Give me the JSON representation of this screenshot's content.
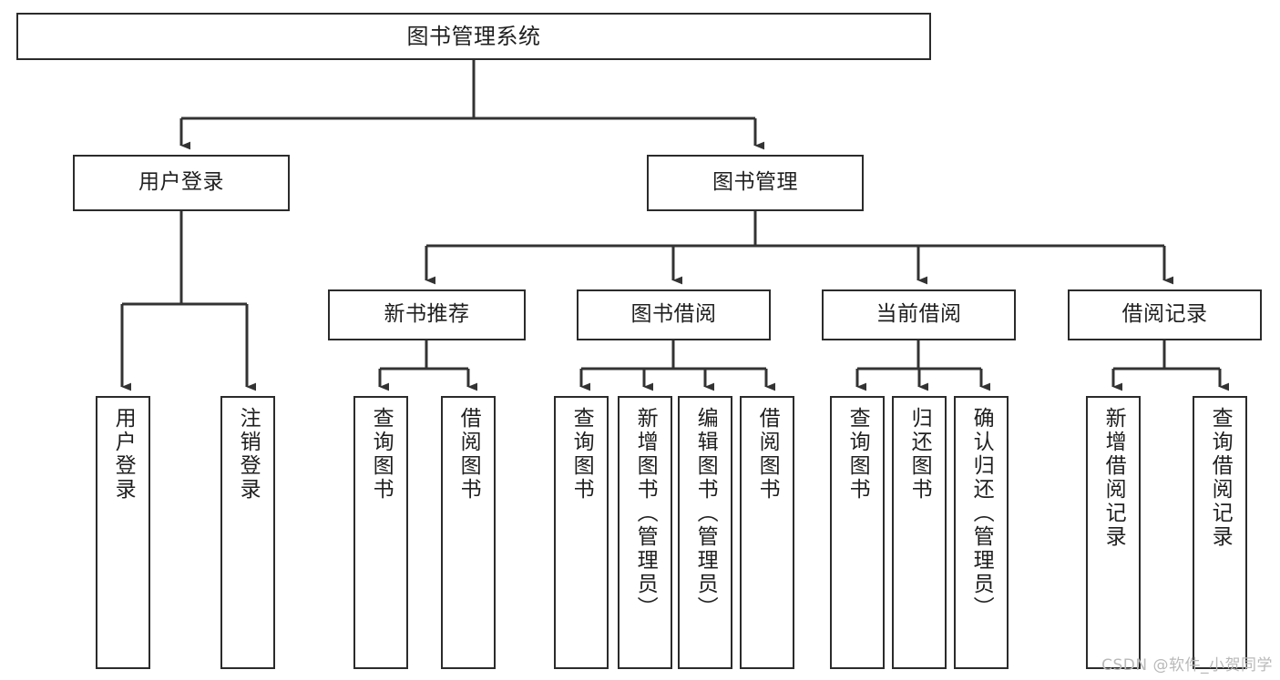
{
  "diagram": {
    "title": "图书管理系统",
    "watermark": "CSDN @软件_小贺同学"
  },
  "nodes": {
    "root": {
      "label": "图书管理系统"
    },
    "level1": [
      {
        "id": "user-login",
        "label": "用户登录"
      },
      {
        "id": "book-manage",
        "label": "图书管理"
      }
    ],
    "level2": [
      {
        "id": "new-book-recommend",
        "label": "新书推荐"
      },
      {
        "id": "book-borrow",
        "label": "图书借阅"
      },
      {
        "id": "current-borrow",
        "label": "当前借阅"
      },
      {
        "id": "borrow-record",
        "label": "借阅记录"
      }
    ],
    "leaves": {
      "user_login": [
        {
          "id": "leaf-user-login",
          "label": "用户登录"
        },
        {
          "id": "leaf-logout-login",
          "label": "注销登录"
        }
      ],
      "new_book_recommend": [
        {
          "id": "leaf-query-book-1",
          "label": "查询图书"
        },
        {
          "id": "leaf-borrow-book-1",
          "label": "借阅图书"
        }
      ],
      "book_borrow": [
        {
          "id": "leaf-query-book-2",
          "label": "查询图书"
        },
        {
          "id": "leaf-add-book",
          "label": "新增图书（管理员）"
        },
        {
          "id": "leaf-edit-book",
          "label": "编辑图书（管理员）"
        },
        {
          "id": "leaf-borrow-book-2",
          "label": "借阅图书"
        }
      ],
      "current_borrow": [
        {
          "id": "leaf-query-book-3",
          "label": "查询图书"
        },
        {
          "id": "leaf-return-book",
          "label": "归还图书"
        },
        {
          "id": "leaf-confirm-return",
          "label": "确认归还（管理员）"
        }
      ],
      "borrow_record": [
        {
          "id": "leaf-add-record",
          "label": "新增借阅记录"
        },
        {
          "id": "leaf-query-record",
          "label": "查询借阅记录"
        }
      ]
    }
  },
  "colors": {
    "background": "#ffffff",
    "node_fill": "#ffffff",
    "node_stroke": "#2b2b2b",
    "edge_stroke": "#333333",
    "text": "#1f1f1f",
    "watermark": "#b9b9b9"
  }
}
